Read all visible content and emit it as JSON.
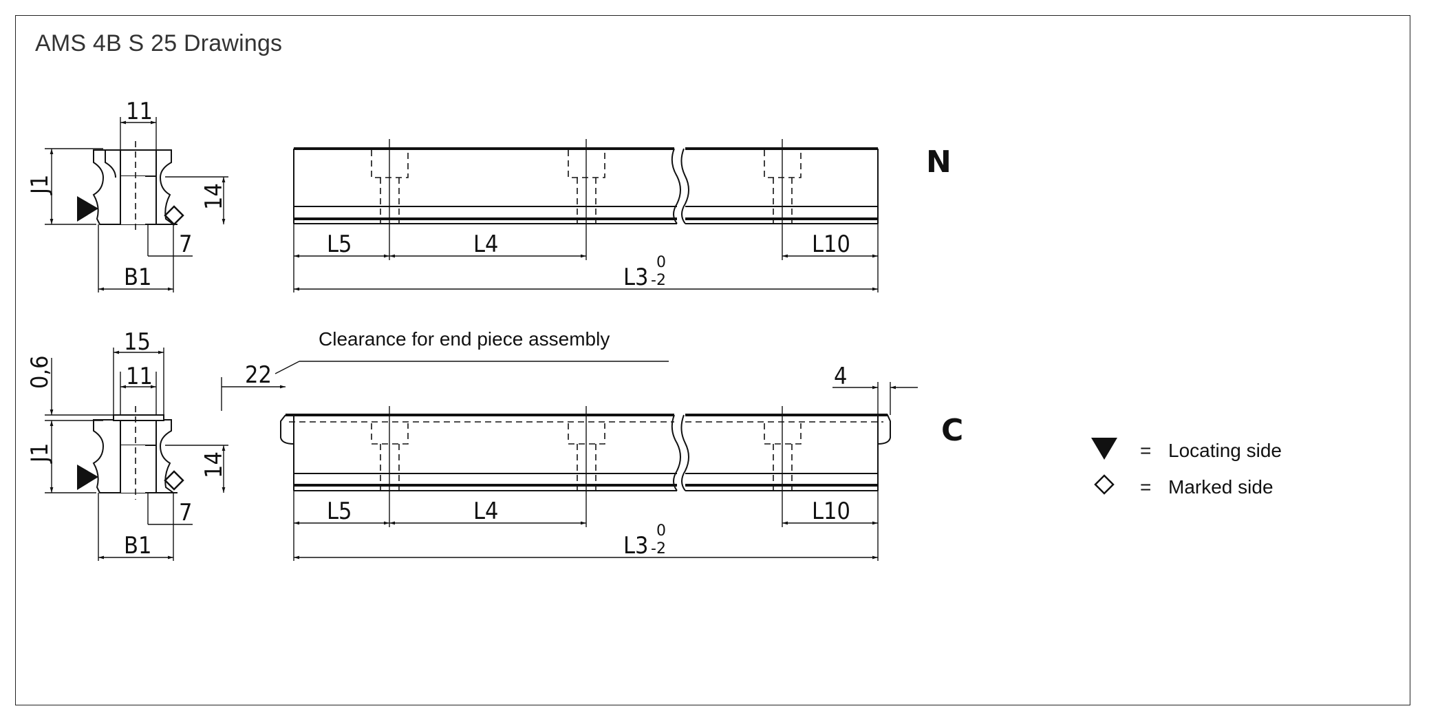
{
  "title": "AMS 4B S 25 Drawings",
  "top_view": {
    "label": "N",
    "dims": {
      "top_width": "11",
      "height": "J1",
      "side": "14",
      "offset": "7",
      "base": "B1",
      "l5": "L5",
      "l4": "L4",
      "l10": "L10",
      "l3": "L3",
      "tol_upper": "0",
      "tol_lower": "-2"
    }
  },
  "bottom_view": {
    "label": "C",
    "note": "Clearance for end piece assembly",
    "dims": {
      "cap_width": "15",
      "top_width": "11",
      "cap_thickness": "0,6",
      "height": "J1",
      "side": "14",
      "offset": "7",
      "base": "B1",
      "left_clearance": "22",
      "right_clearance": "4",
      "l5": "L5",
      "l4": "L4",
      "l10": "L10",
      "l3": "L3",
      "tol_upper": "0",
      "tol_lower": "-2"
    }
  },
  "legend": {
    "locating": {
      "symbol": "filled-triangle",
      "eq": "=",
      "text": "Locating side"
    },
    "marked": {
      "symbol": "diamond",
      "eq": "=",
      "text": "Marked side"
    }
  }
}
